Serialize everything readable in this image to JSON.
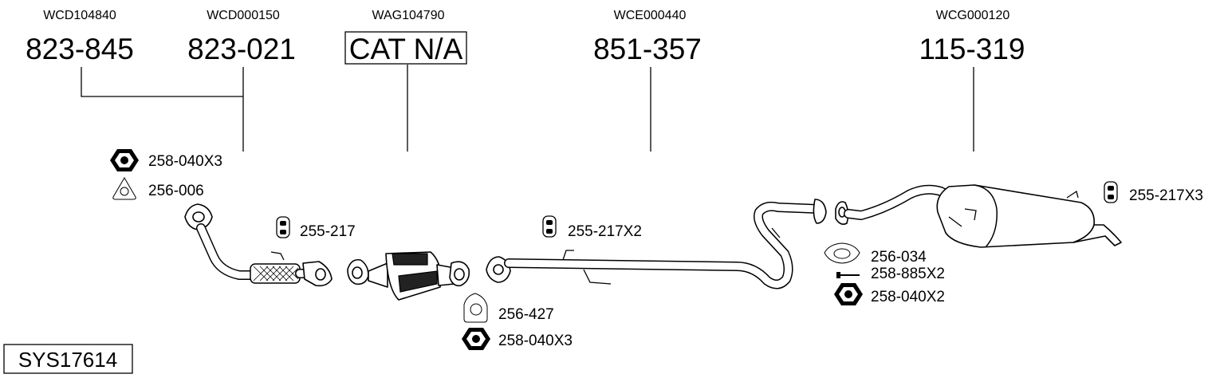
{
  "diagram": {
    "system_id": "SYS17614",
    "top_parts": [
      {
        "code": "WCD104840",
        "number": "823-845"
      },
      {
        "code": "WCD000150",
        "number": "823-021"
      },
      {
        "code": "WAG104790",
        "number": "CAT N/A"
      },
      {
        "code": "WCE000440",
        "number": "851-357"
      },
      {
        "code": "WCG000120",
        "number": "115-319"
      }
    ],
    "small_parts": [
      {
        "label": "258-040X3",
        "icon": "hex-nut-icon"
      },
      {
        "label": "256-006",
        "icon": "gasket-triangle-icon"
      },
      {
        "label": "255-217",
        "icon": "rubber-mount-icon"
      },
      {
        "label": "255-217X2",
        "icon": "rubber-mount-icon"
      },
      {
        "label": "256-427",
        "icon": "gasket-triangle-icon"
      },
      {
        "label": "258-040X3",
        "icon": "hex-nut-icon"
      },
      {
        "label": "256-034",
        "icon": "gasket-oval-icon"
      },
      {
        "label": "258-885X2",
        "icon": "bolt-icon"
      },
      {
        "label": "258-040X2",
        "icon": "hex-nut-icon"
      },
      {
        "label": "255-217X3",
        "icon": "rubber-mount-icon"
      }
    ]
  }
}
